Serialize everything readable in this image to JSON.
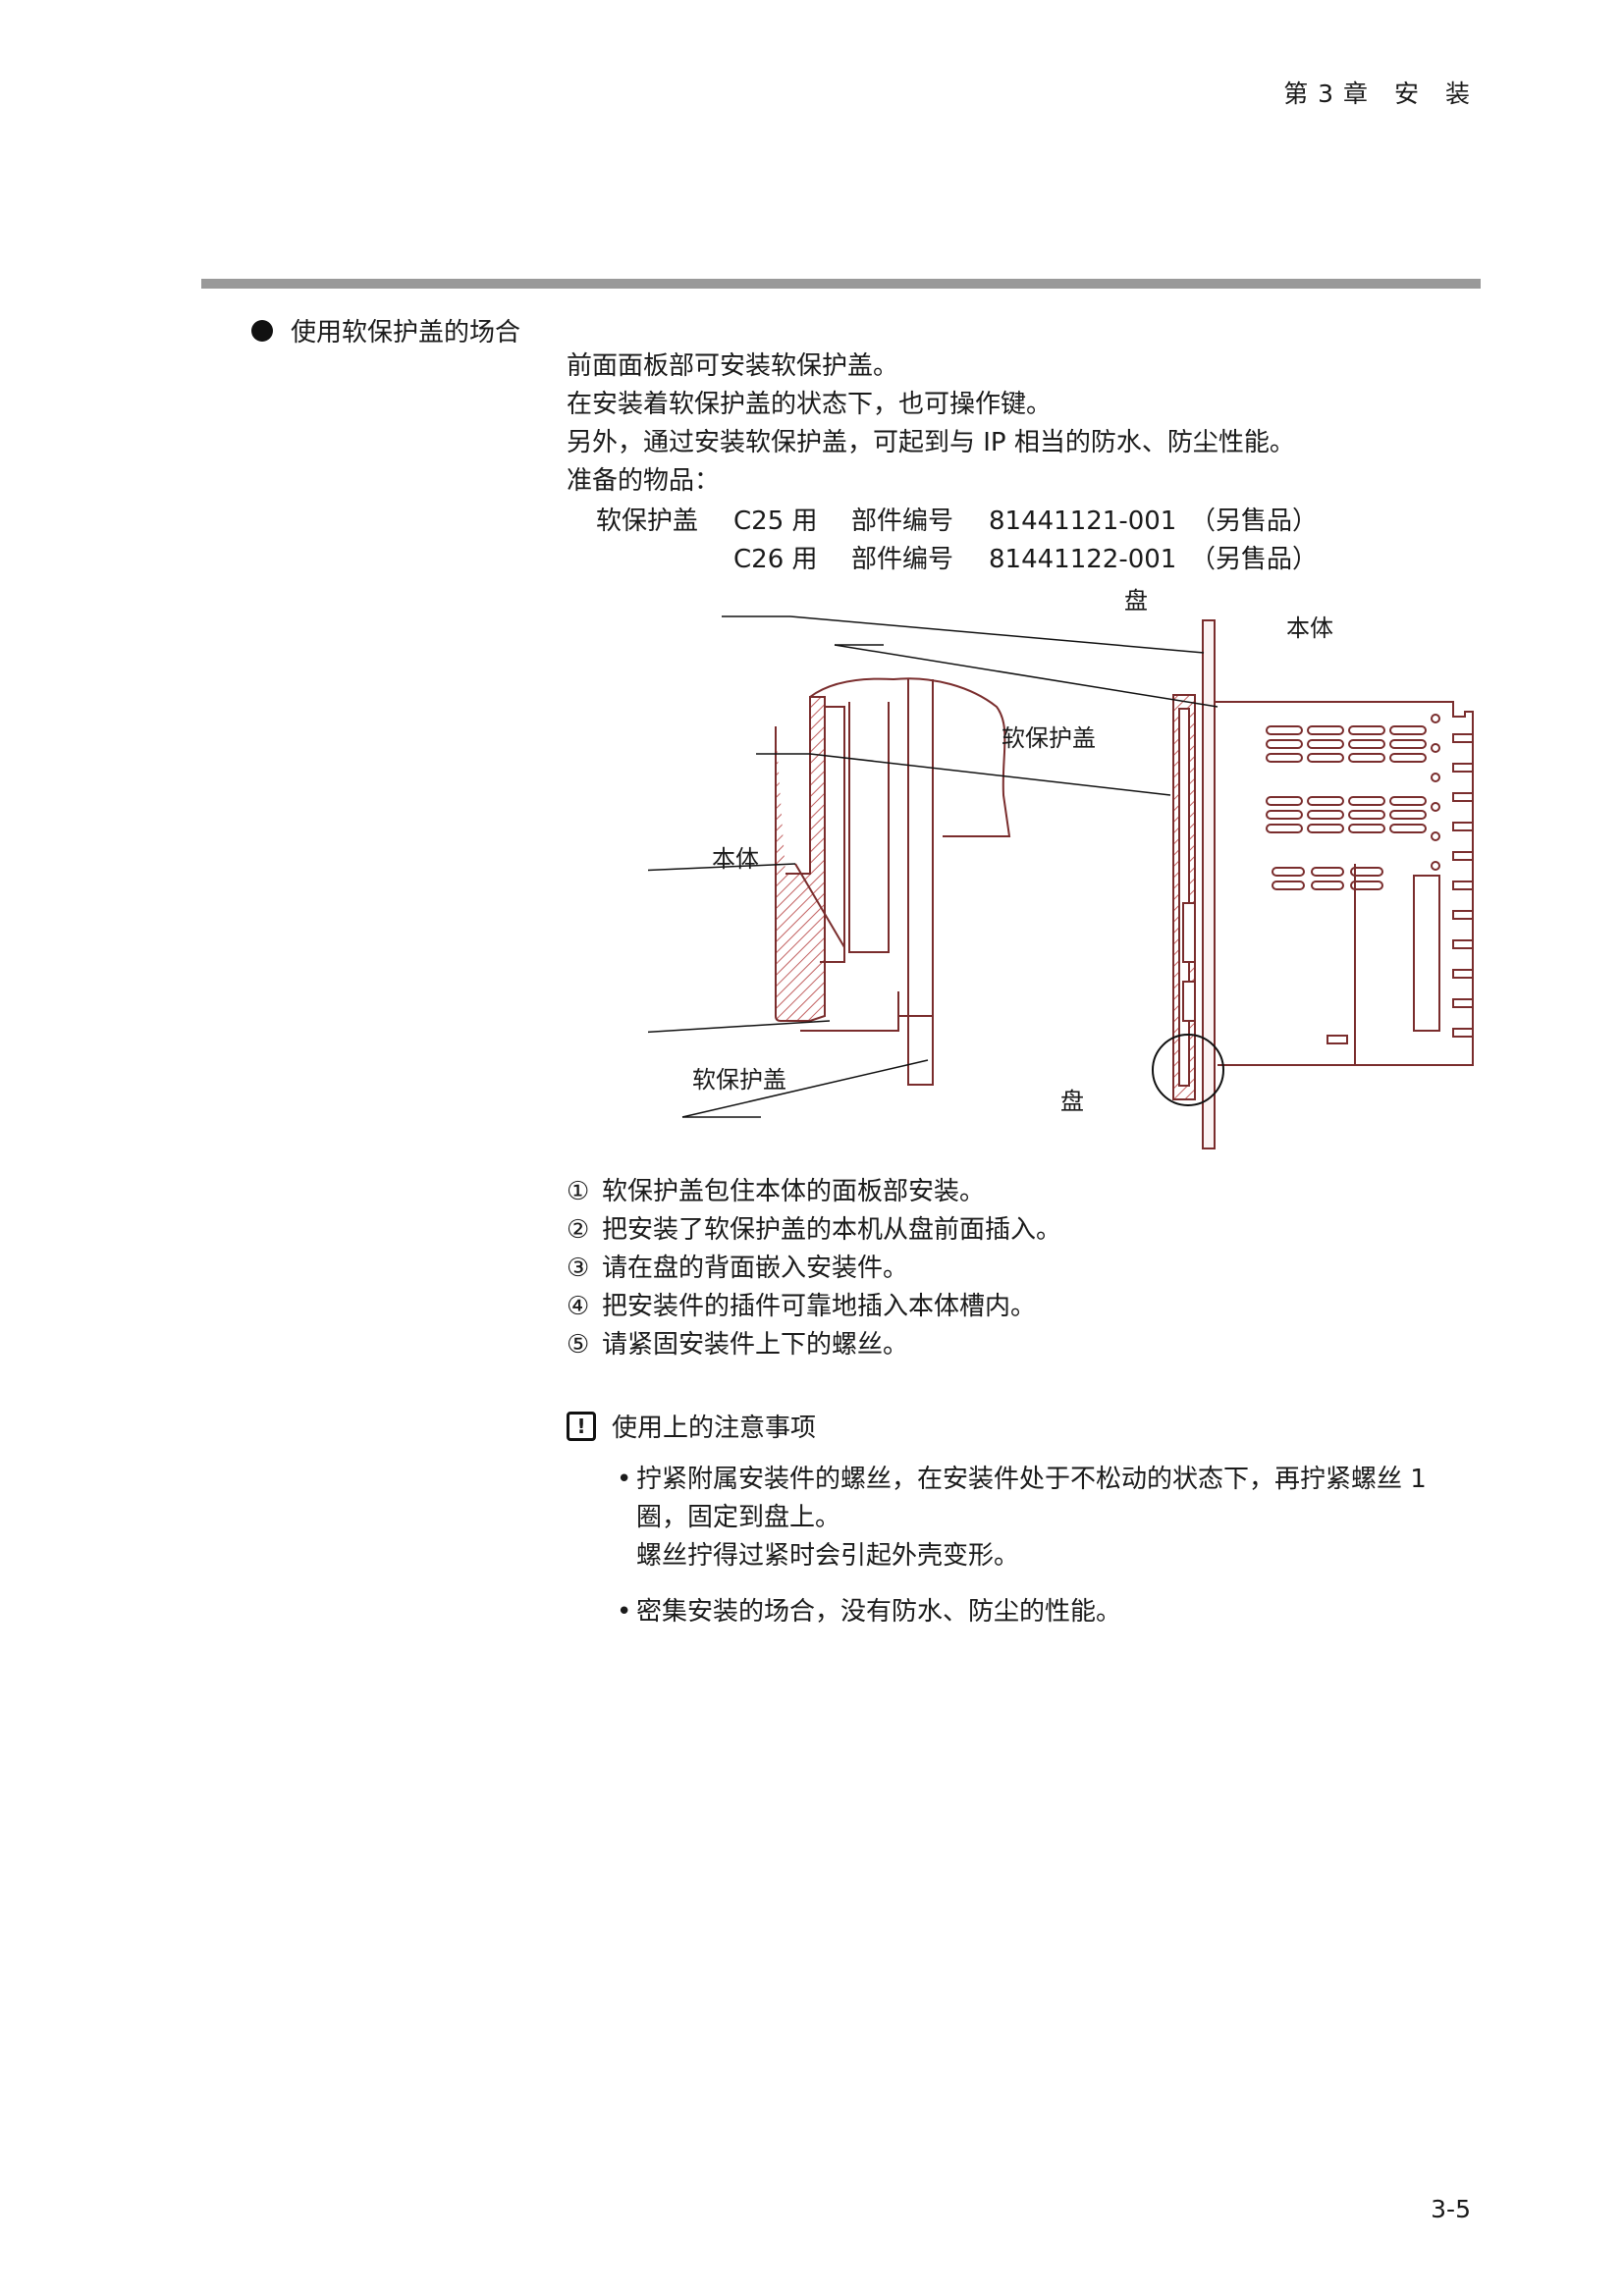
{
  "header": {
    "chapter": "第 3 章　安　装"
  },
  "section": {
    "title": "使用软保护盖的场合"
  },
  "intro": [
    "前面面板部可安装软保护盖。",
    "在安装着软保护盖的状态下，也可操作键。",
    "另外，通过安装软保护盖，可起到与 IP 相当的防水、防尘性能。",
    "准备的物品："
  ],
  "parts": [
    {
      "name": "软保护盖",
      "model": "C25 用",
      "label": "部件编号",
      "number": "81441121-001",
      "note": "（另售品）"
    },
    {
      "name": "",
      "model": "C26 用",
      "label": "部件编号",
      "number": "81441122-001",
      "note": "（另售品）"
    }
  ],
  "diagram": {
    "labels": {
      "panel_top": "盘",
      "body_right": "本体",
      "cover_right": "软保护盖",
      "body_left": "本体",
      "cover_left": "软保护盖",
      "panel_bottom": "盘"
    }
  },
  "steps": [
    {
      "num": "①",
      "text": "软保护盖包住本体的面板部安装。"
    },
    {
      "num": "②",
      "text": "把安装了软保护盖的本机从盘前面插入。"
    },
    {
      "num": "③",
      "text": "请在盘的背面嵌入安装件。"
    },
    {
      "num": "④",
      "text": "把安装件的插件可靠地插入本体槽内。"
    },
    {
      "num": "⑤",
      "text": "请紧固安装件上下的螺丝。"
    }
  ],
  "caution": {
    "icon": "!",
    "title": "使用上的注意事项",
    "notes": [
      {
        "lines": [
          "拧紧附属安装件的螺丝，在安装件处于不松动的状态下，再拧紧螺丝 1",
          "圈，固定到盘上。",
          "螺丝拧得过紧时会引起外壳变形。"
        ]
      },
      {
        "lines": [
          "密集安装的场合，没有防水、防尘的性能。"
        ]
      }
    ]
  },
  "page_number": "3-5",
  "colors": {
    "drawing_line": "#7a2d2d",
    "rule": "#999999",
    "hatch": "#c26060"
  }
}
